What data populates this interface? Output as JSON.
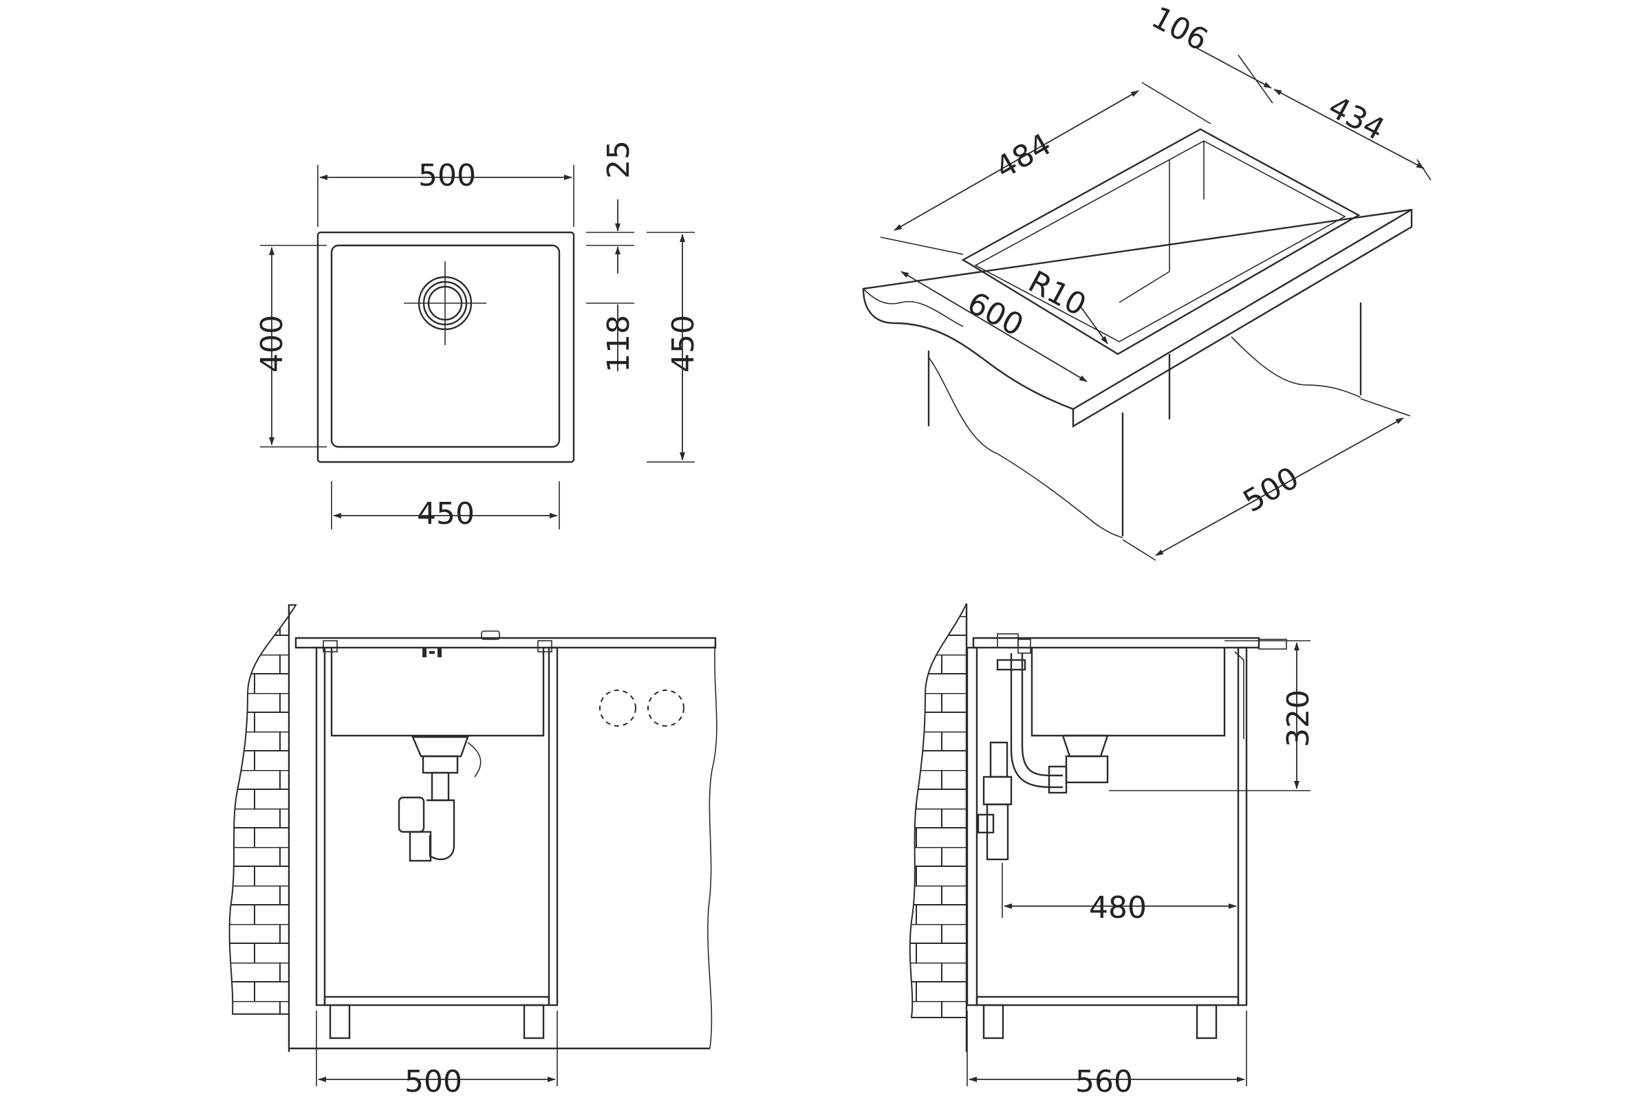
{
  "top_view": {
    "dim_outer_width": "500",
    "dim_inner_width": "450",
    "dim_rim": "25",
    "dim_inner_depth": "400",
    "dim_drain_offset": "118",
    "dim_outer_depth": "450"
  },
  "iso_view": {
    "dim_length": "484",
    "dim_back": "106",
    "dim_width": "434",
    "dim_radius": "R10",
    "dim_countertop": "600",
    "dim_cabinet": "500"
  },
  "front_view": {
    "dim_cabinet_width": "500"
  },
  "side_view": {
    "dim_height": "320",
    "dim_drain_distance": "480",
    "dim_cabinet_depth": "560"
  }
}
